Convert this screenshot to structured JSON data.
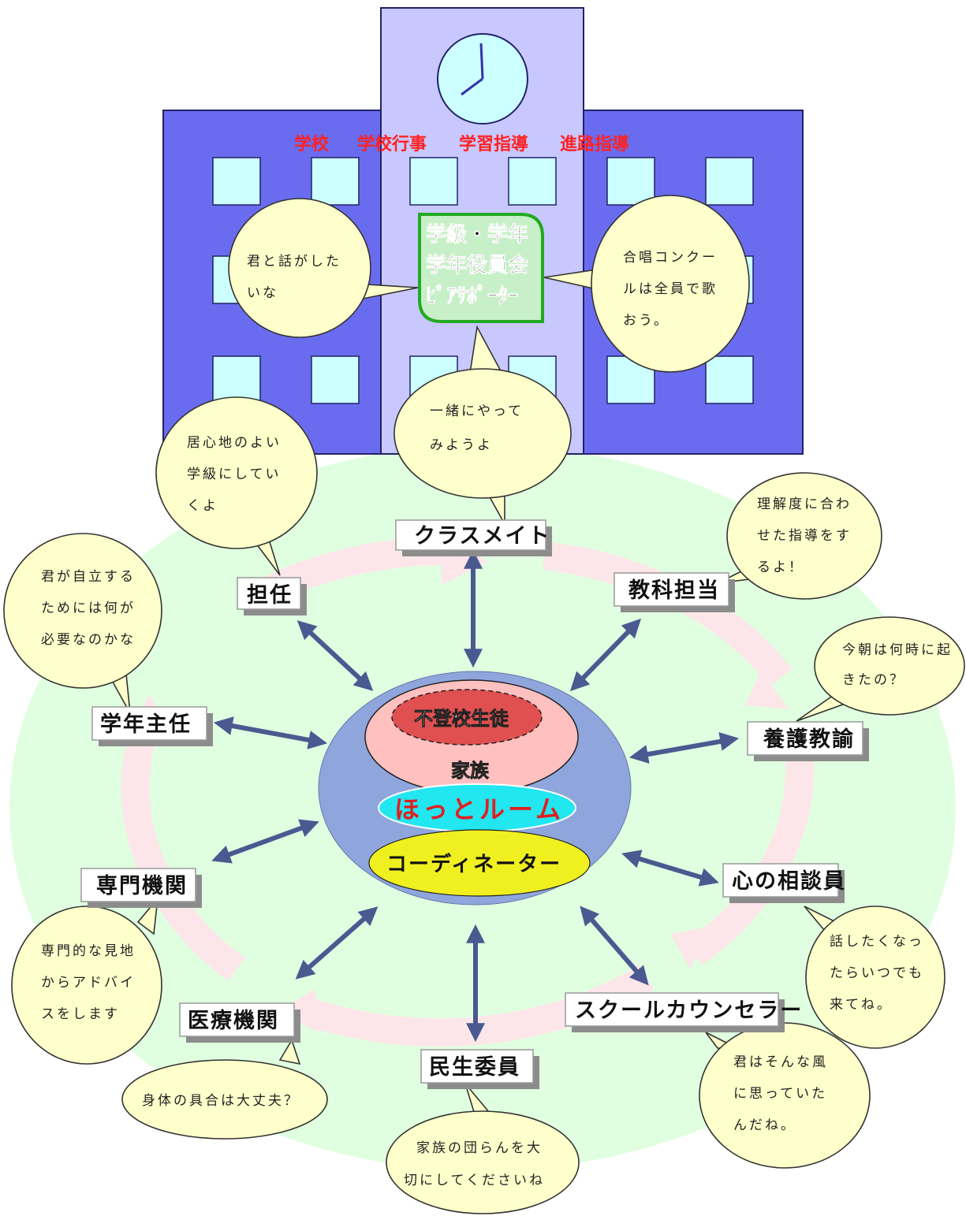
{
  "school": {
    "banner": [
      "学校",
      "学校行事",
      "学習指導",
      "進路指導"
    ],
    "class_box": [
      "学級・学年",
      "学年役員会",
      "ﾋﾟｱｻﾎﾟｰﾀｰ"
    ],
    "colors": {
      "building": "#6a6cf0",
      "tower": "#c8c8ff",
      "window": "#ccffff",
      "banner_text": "#ff2222"
    }
  },
  "center": {
    "student": "不登校生徒",
    "family": "家族",
    "hot_room": "ほっとルーム",
    "coordinator": "コーディネーター",
    "colors": {
      "outer": "#8fa6dd",
      "student": "#e05050",
      "family": "#ffc0c0",
      "hot_room": "#22e6f0",
      "coordinator": "#f0f020",
      "hot_room_text": "#e02020"
    }
  },
  "roles": {
    "classmate": "クラスメイト",
    "homeroom": "担任",
    "subject": "教科担当",
    "grade_head": "学年主任",
    "nurse": "養護教諭",
    "specialist": "専門機関",
    "counselor_heart": "心の相談員",
    "medical": "医療機関",
    "school_counselor": "スクールカウンセラー",
    "welfare": "民生委員"
  },
  "bubbles": {
    "talk": [
      "君と話がした",
      "いな"
    ],
    "chorus": [
      "合唱コンクー",
      "ルは全員で歌",
      "おう。"
    ],
    "together": [
      "一緒にやって",
      "みようよ"
    ],
    "comfy": [
      "居心地のよい",
      "学級にしてい",
      "くよ"
    ],
    "understanding": [
      "理解度に合わ",
      "せた指導をす",
      "るよ！"
    ],
    "independent": [
      "君が自立する",
      "ためには何が",
      "必要なのかな"
    ],
    "wakeup": [
      "今朝は何時に起",
      "きたの？"
    ],
    "advice": [
      "専門的な見地",
      "からアドバイ",
      "スをします"
    ],
    "anytime": [
      "話したくなっ",
      "たらいつでも",
      "来てね。"
    ],
    "health": [
      "身体の具合は大丈夫？"
    ],
    "thought": [
      "君はそんな風",
      "に思っていた",
      "んだね。"
    ],
    "family_time": [
      "家族の団らんを大",
      "切にしてくださいね"
    ]
  },
  "background": {
    "ring_color": "#e0ffe0",
    "cycle_arrow_color": "#fde6ea",
    "connector_color": "#4a5a90"
  }
}
